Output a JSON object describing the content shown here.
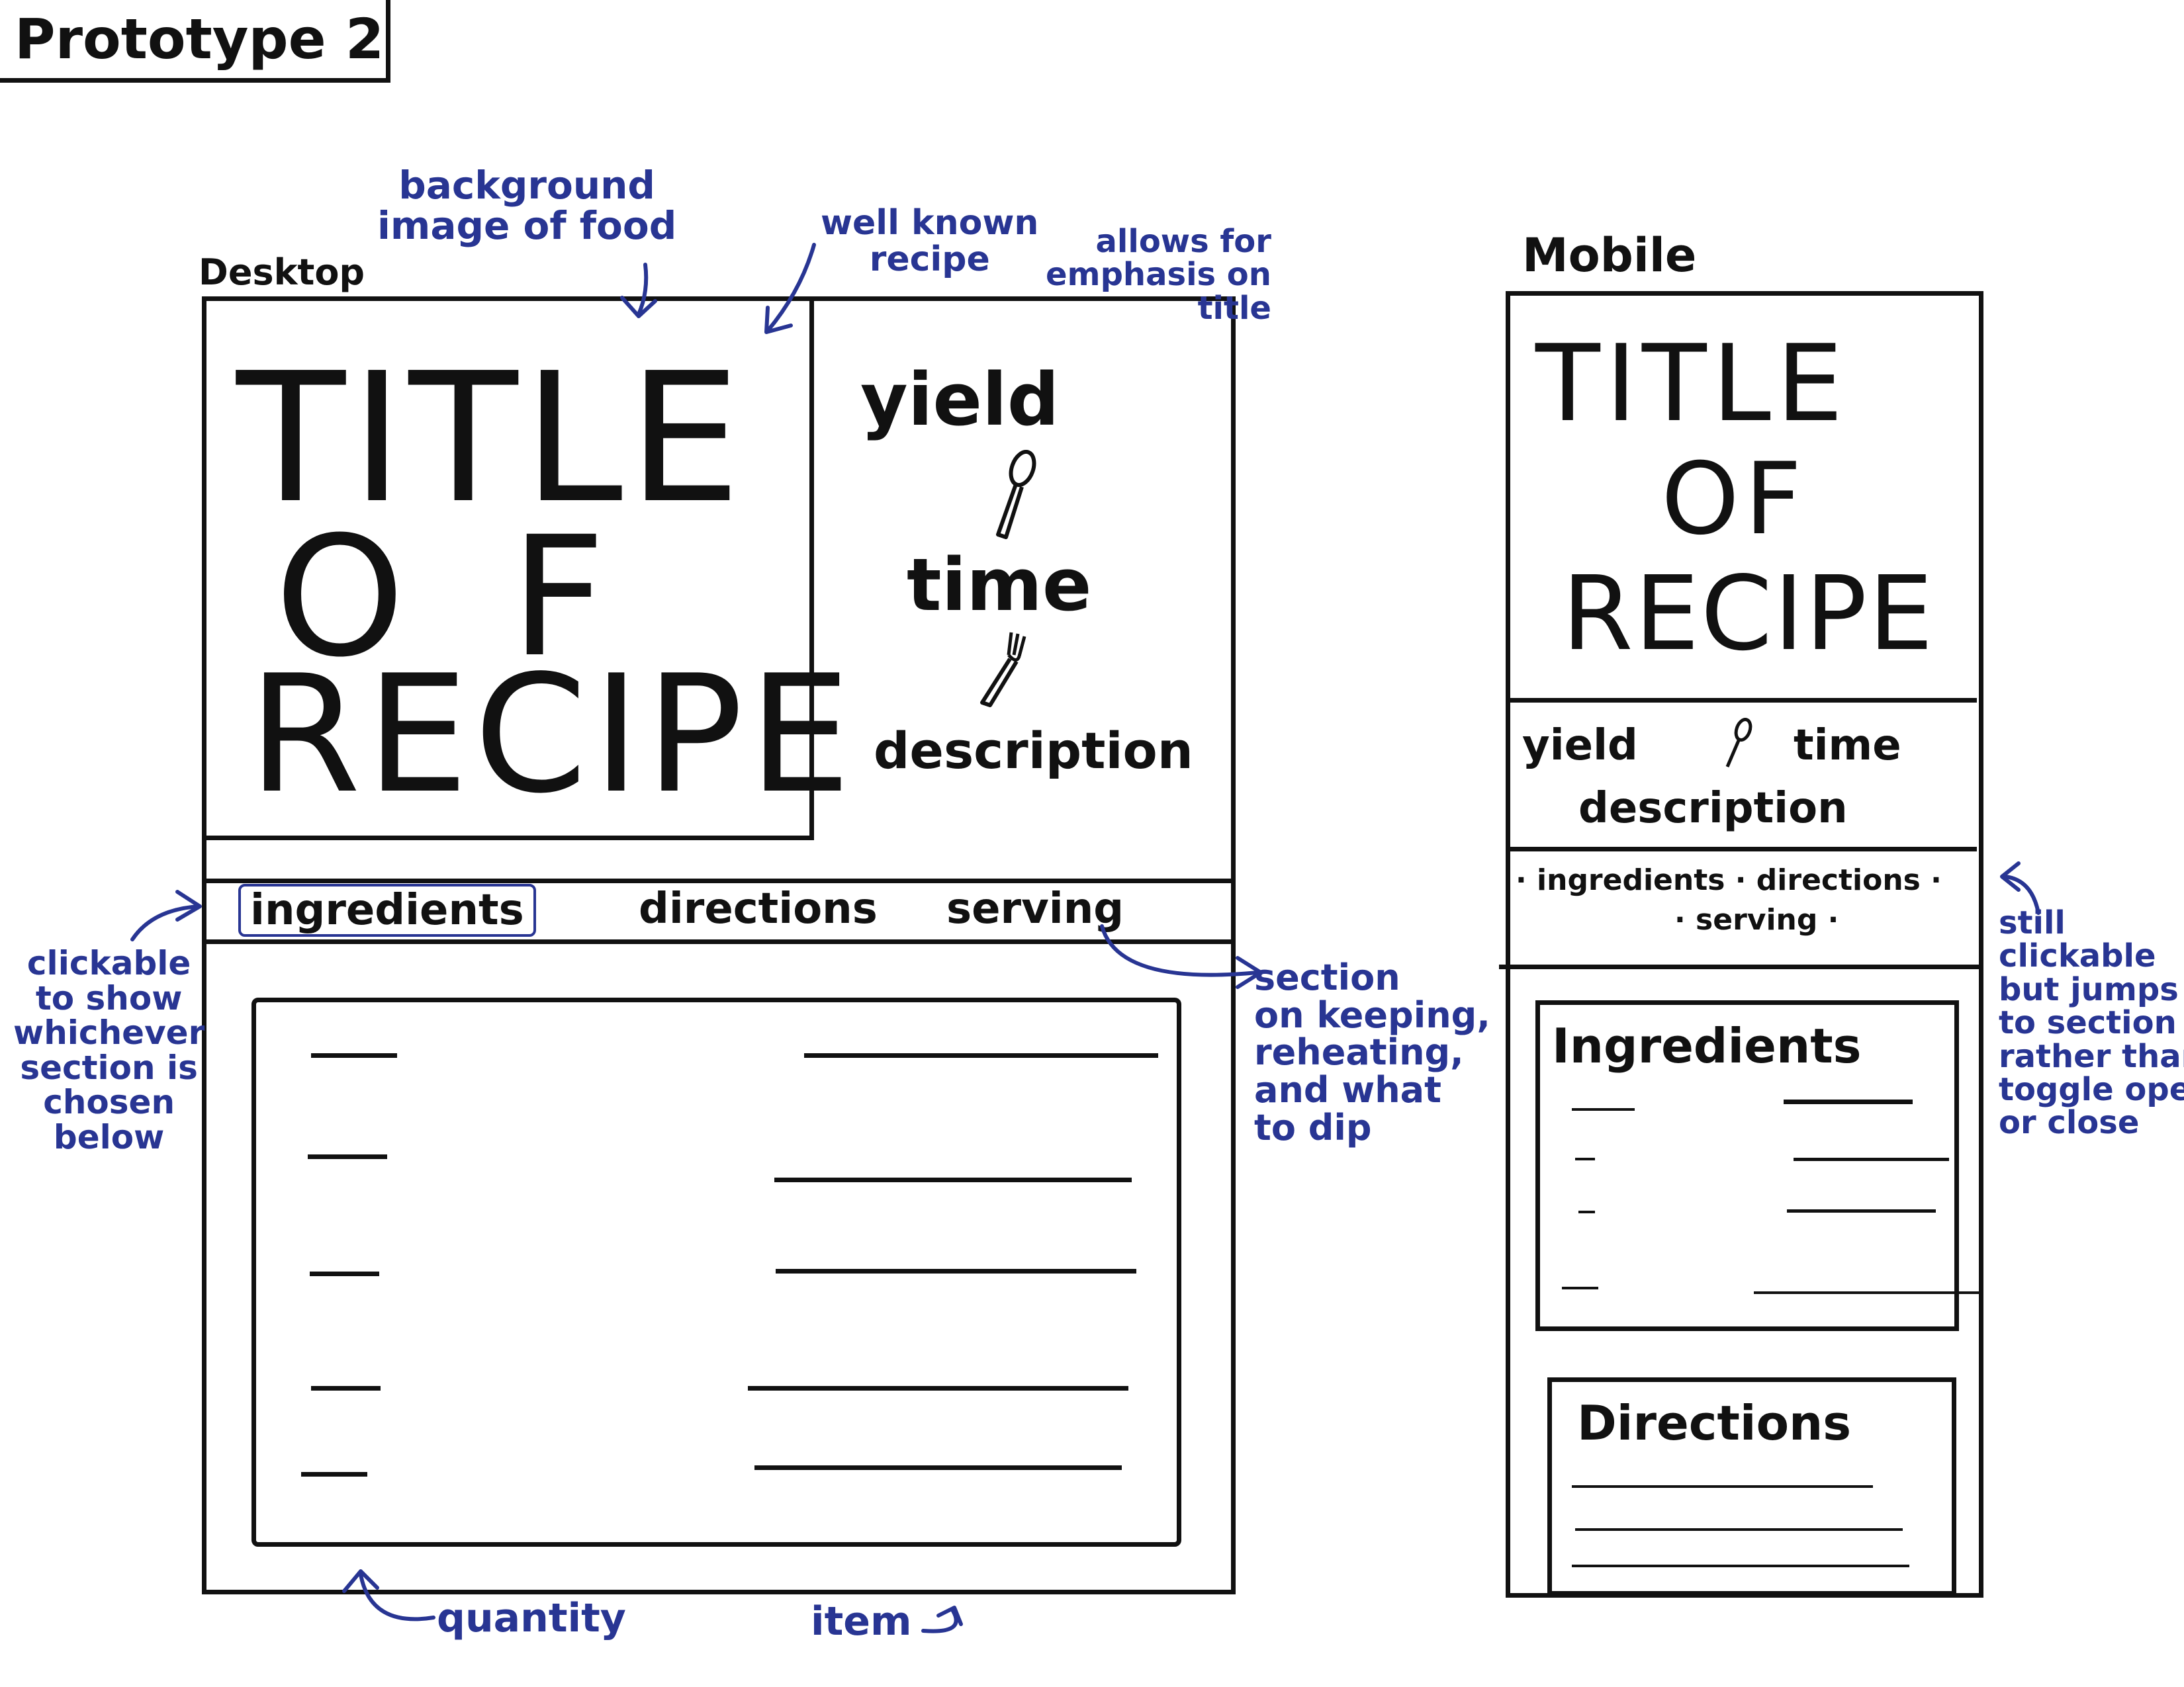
{
  "prototype_label": "Prototype 2",
  "desktop": {
    "label": "Desktop",
    "title_lines": [
      "TITLE",
      "O F",
      "RECIPE"
    ],
    "meta": {
      "yield": "yield",
      "time": "time",
      "description": "description"
    },
    "tabs": [
      "ingredients",
      "directions",
      "serving"
    ],
    "selected_tab": "ingredients"
  },
  "mobile": {
    "label": "Mobile",
    "title_lines": [
      "TITLE",
      "OF",
      "RECIPE"
    ],
    "meta_line1": "yield",
    "meta_line1_b": "time",
    "meta_line2": "description",
    "nav_line1": "· ingredients · directions ·",
    "nav_line2": "· serving ·",
    "sections": {
      "ingredients": "Ingredients",
      "directions": "Directions"
    }
  },
  "annotations": {
    "background_image": "background\nimage of food",
    "well_known": "well known\nrecipe",
    "emphasis": "allows for\nemphasis on\ntitle",
    "clickable": "clickable\nto show\nwhichever\nsection is\nchosen\nbelow",
    "section_serving": "section\non keeping,\nreheating,\nand what\nto dip",
    "quantity": "quantity",
    "item": "item",
    "still_clickable": "still\nclickable\nbut jumps\nto section\nrather than\ntoggle open\nor close"
  },
  "colors": {
    "ink": "#111111",
    "annotation": "#283593"
  }
}
